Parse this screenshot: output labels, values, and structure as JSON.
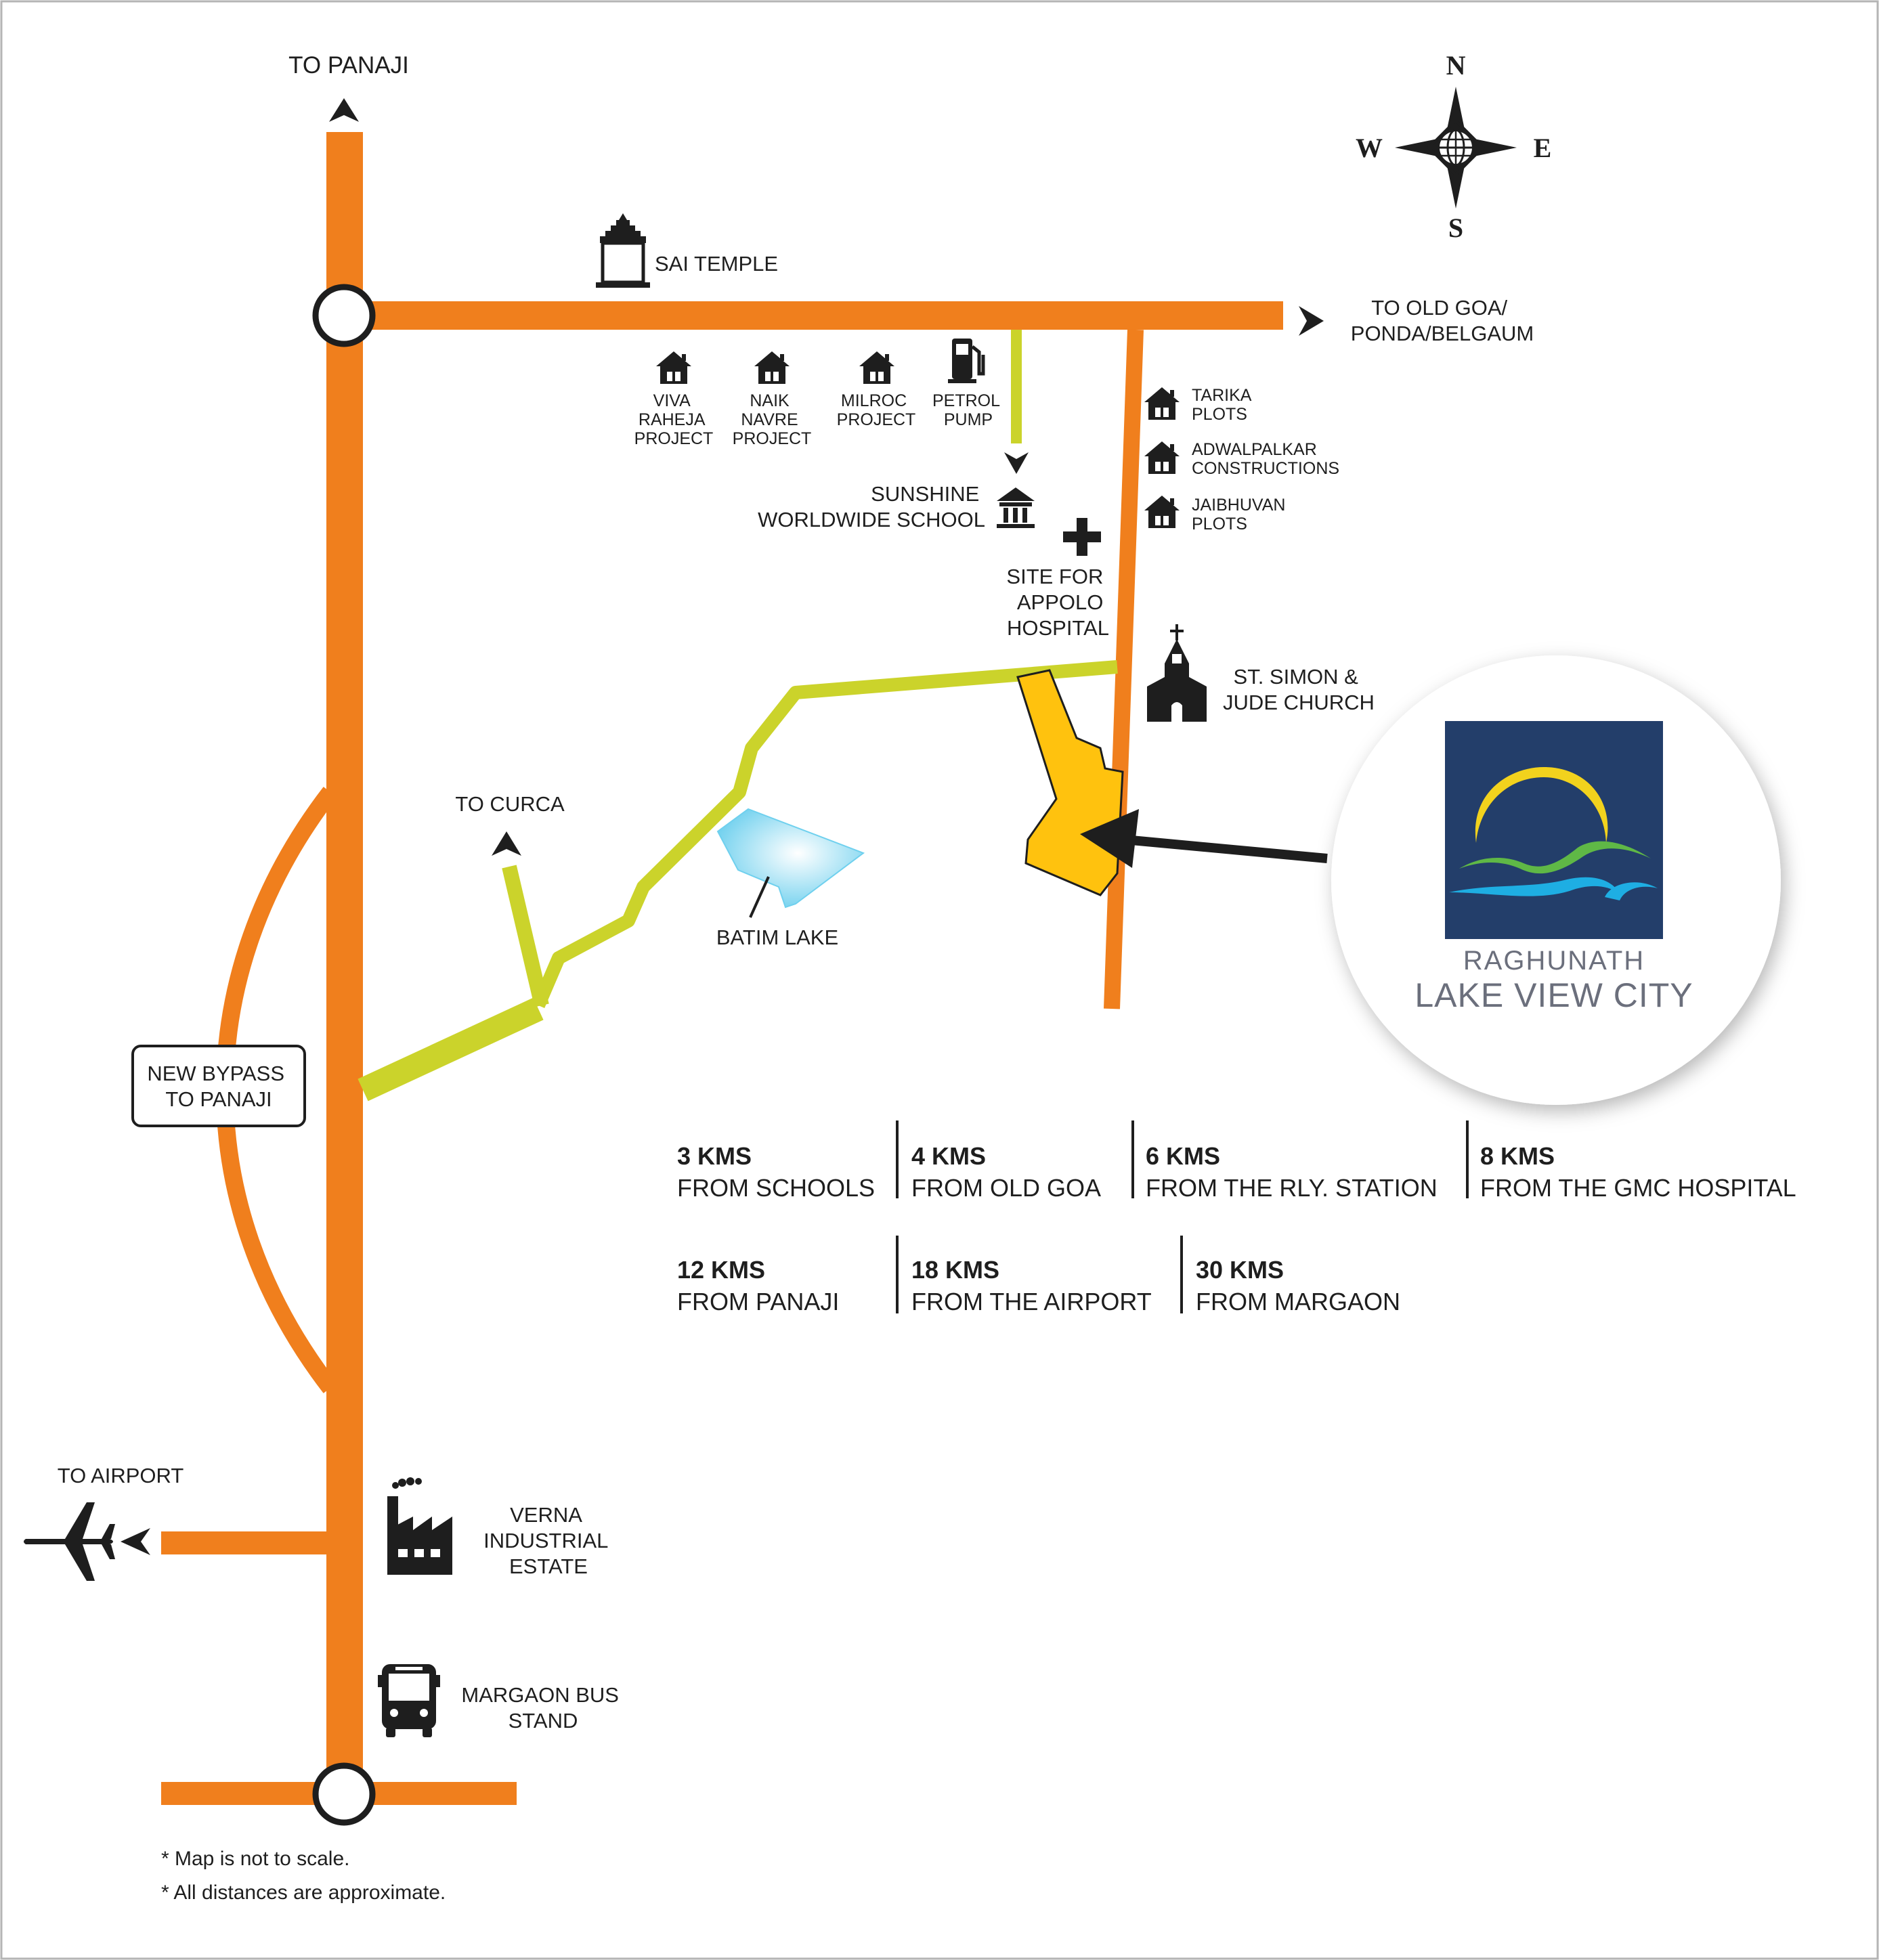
{
  "colors": {
    "highway": "#f07f1d",
    "local_road": "#cbd32b",
    "site": "#ffc20e",
    "lake": "#6fd0ee",
    "logo_bg": "#233e6a",
    "logo_sun": "#f2d21d",
    "logo_hill": "#5fb846",
    "logo_wave": "#1eaee3",
    "icon": "#1e1e1e"
  },
  "roads": {
    "to_panaji": "TO PANAJI",
    "to_old_goa": [
      "TO OLD GOA/",
      "PONDA/BELGAUM"
    ],
    "to_curca": "TO CURCA",
    "to_airport": "TO AIRPORT",
    "new_bypass": [
      "NEW BYPASS",
      "TO PANAJI"
    ]
  },
  "compass": {
    "n": "N",
    "s": "S",
    "e": "E",
    "w": "W"
  },
  "landmarks": {
    "sai_temple": "SAI TEMPLE",
    "viva_raheja": [
      "VIVA",
      "RAHEJA",
      "PROJECT"
    ],
    "naik_navre": [
      "NAIK",
      "NAVRE",
      "PROJECT"
    ],
    "milroc": [
      "MILROC",
      "PROJECT"
    ],
    "petrol_pump": [
      "PETROL",
      "PUMP"
    ],
    "tarika": [
      "TARIKA",
      "PLOTS"
    ],
    "adwalpalkar": [
      "ADWALPALKAR",
      "CONSTRUCTIONS"
    ],
    "jaibhuvan": [
      "JAIBHUVAN",
      "PLOTS"
    ],
    "sunshine_school": [
      "SUNSHINE",
      "WORLDWIDE SCHOOL"
    ],
    "appolo": [
      "SITE FOR",
      "APPOLO",
      "HOSPITAL"
    ],
    "church": [
      "ST. SIMON &",
      "JUDE CHURCH"
    ],
    "batim_lake": "BATIM LAKE",
    "verna": [
      "VERNA",
      "INDUSTRIAL",
      "ESTATE"
    ],
    "margaon_bus": [
      "MARGAON BUS",
      "STAND"
    ]
  },
  "brand": {
    "line1": "RAGHUNATH",
    "line2": "LAKE VIEW CITY"
  },
  "distances": [
    {
      "km": "3 KMS",
      "from": "FROM SCHOOLS"
    },
    {
      "km": "4 KMS",
      "from": "FROM OLD GOA"
    },
    {
      "km": "6 KMS",
      "from": "FROM THE RLY. STATION"
    },
    {
      "km": "8 KMS",
      "from": "FROM THE GMC HOSPITAL"
    },
    {
      "km": "12 KMS",
      "from": "FROM PANAJI"
    },
    {
      "km": "18 KMS",
      "from": "FROM THE AIRPORT"
    },
    {
      "km": "30 KMS",
      "from": "FROM MARGAON"
    }
  ],
  "notes": [
    "* Map is not to scale.",
    "* All distances are approximate."
  ]
}
